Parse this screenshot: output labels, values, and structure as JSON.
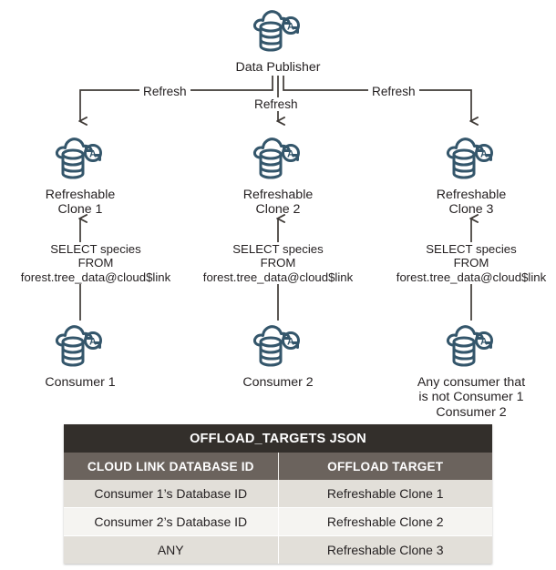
{
  "diagram": {
    "icon_color": "#34566b",
    "line_color": "#3f3a36",
    "nodes": {
      "publisher": {
        "label": "Data Publisher",
        "icon": "cloud-database-autorefresh-icon"
      },
      "clone_1": {
        "label": "Refreshable\nClone 1",
        "icon": "cloud-database-autorefresh-icon"
      },
      "clone_2": {
        "label": "Refreshable\nClone 2",
        "icon": "cloud-database-autorefresh-icon"
      },
      "clone_3": {
        "label": "Refreshable\nClone 3",
        "icon": "cloud-database-autorefresh-icon"
      },
      "consumer_1": {
        "label": "Consumer 1",
        "icon": "cloud-database-autorefresh-icon"
      },
      "consumer_2": {
        "label": "Consumer 2",
        "icon": "cloud-database-autorefresh-icon"
      },
      "consumer_3": {
        "label": "Any consumer that\nis not Consumer 1\nConsumer 2",
        "icon": "cloud-database-autorefresh-icon"
      }
    },
    "edges": {
      "refresh_left": "Refresh",
      "refresh_middle": "Refresh",
      "refresh_right": "Refresh",
      "query_1": "SELECT species\nFROM\nforest.tree_data@cloud$link",
      "query_2": "SELECT species\nFROM\nforest.tree_data@cloud$link",
      "query_3": "SELECT species\nFROM\nforest.tree_data@cloud$link"
    }
  },
  "table": {
    "title": "OFFLOAD_TARGETS JSON",
    "title_bg": "#332f2b",
    "header_bg": "#6b635d",
    "columns": [
      "CLOUD LINK DATABASE ID",
      "OFFLOAD TARGET"
    ],
    "rows": [
      [
        "Consumer 1’s Database ID",
        "Refreshable Clone 1"
      ],
      [
        "Consumer 2’s Database ID",
        "Refreshable Clone 2"
      ],
      [
        "ANY",
        "Refreshable Clone 3"
      ]
    ]
  }
}
